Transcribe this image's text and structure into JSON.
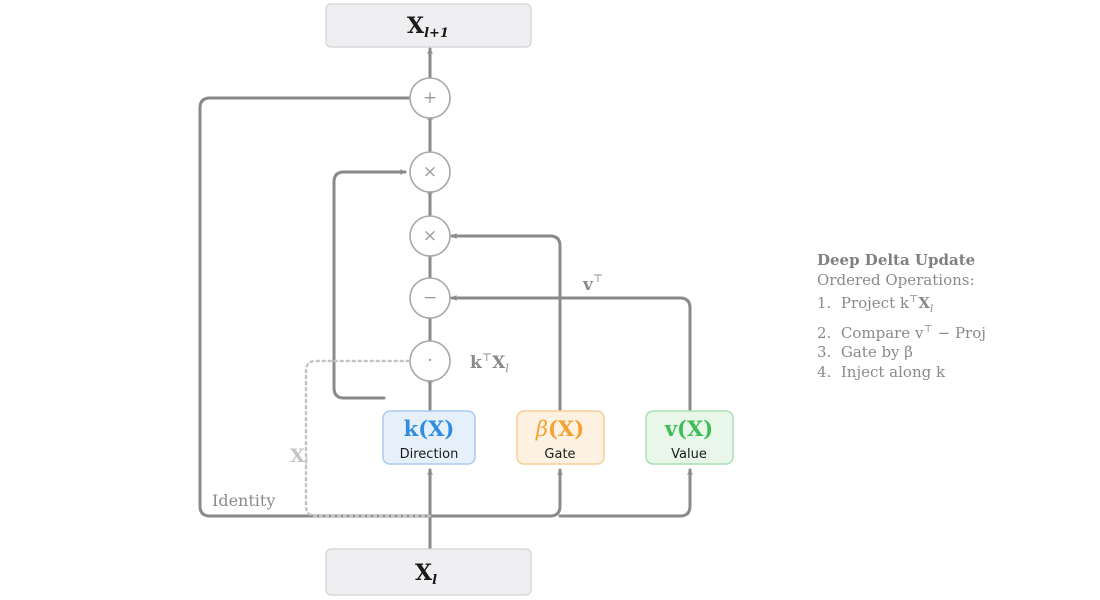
{
  "nodes": {
    "top": {
      "main": "X",
      "sub": "l+1"
    },
    "bottom": {
      "main": "X",
      "sub": "l"
    },
    "ops": {
      "add": "+",
      "mul_top": "×",
      "mul_gate": "×",
      "subtract": "−",
      "dot": "·"
    }
  },
  "function_boxes": [
    {
      "id": "k",
      "func": "k",
      "arg": "(X)",
      "caption": "Direction",
      "color": "#2f8ee0",
      "fill": "#e6f0fb",
      "border": "#aacbee"
    },
    {
      "id": "beta",
      "func": "β",
      "arg": "(X)",
      "caption": "Gate",
      "color": "#f3a233",
      "fill": "#fdf1e1",
      "border": "#f4cf98"
    },
    {
      "id": "v",
      "func": "v",
      "arg": "(X)",
      "caption": "Value",
      "color": "#3fbd55",
      "fill": "#e8f7ea",
      "border": "#abdfb4"
    }
  ],
  "labels": {
    "kT_Xl": {
      "base": "k",
      "sup": "⊤",
      "main": "X",
      "sub": "l"
    },
    "vT": {
      "base": "v",
      "sup": "⊤"
    },
    "Xl_faint": {
      "main": "X",
      "sub": "l"
    },
    "identity": "Identity"
  },
  "legend": {
    "title": "Deep Delta Update",
    "subtitle": "Ordered Operations:",
    "items": [
      {
        "n": "1.",
        "text": "Project k",
        "sup": "⊤",
        "rest": "X",
        "sub": "l"
      },
      {
        "n": "2.",
        "text": "Compare v",
        "sup": "⊤",
        "rest": " − Proj",
        "sub": ""
      },
      {
        "n": "3.",
        "text": "Gate by β",
        "sup": "",
        "rest": "",
        "sub": ""
      },
      {
        "n": "4.",
        "text": "Inject along k",
        "sup": "",
        "rest": "",
        "sub": ""
      }
    ]
  },
  "colors": {
    "wire": "#8a8a8a",
    "faint": "#c4c4c4"
  }
}
